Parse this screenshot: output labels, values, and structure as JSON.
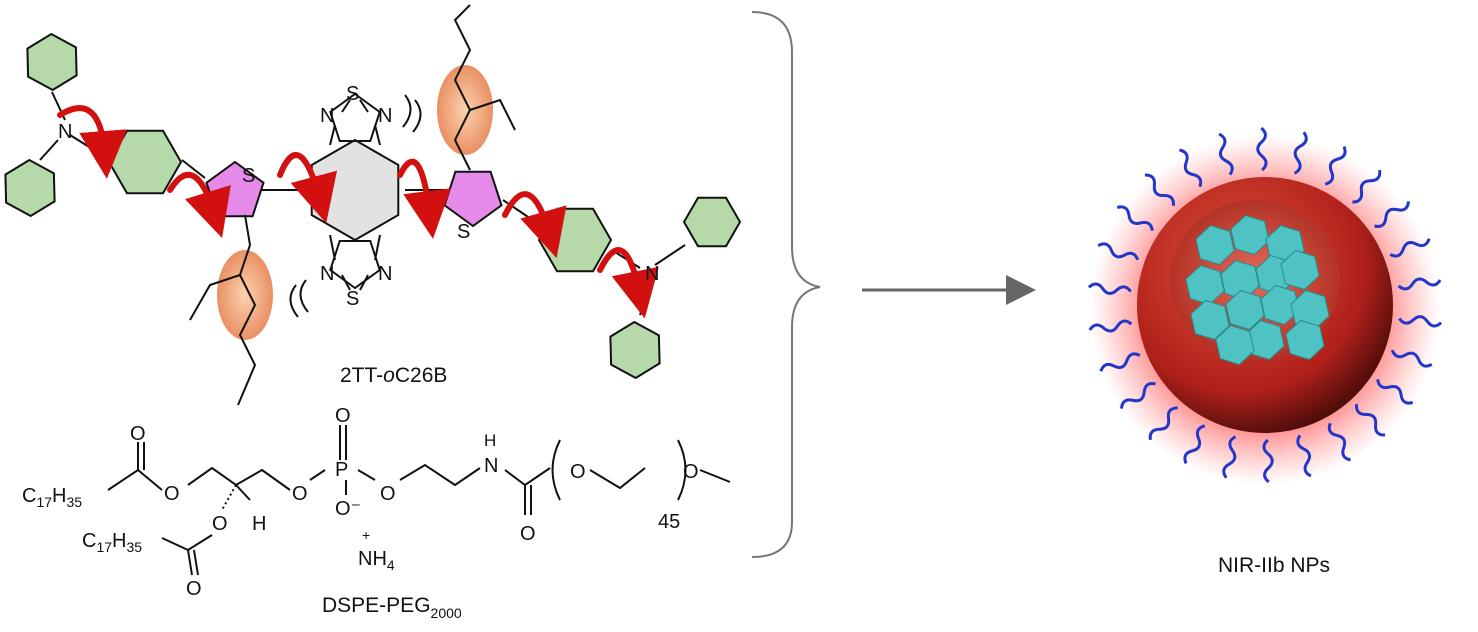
{
  "molecule": {
    "name_prefix": "2TT-",
    "name_italic": "o",
    "name_suffix": "C26B",
    "atoms": {
      "N": "N",
      "S": "S"
    }
  },
  "lipid": {
    "name_main": "DSPE-PEG",
    "name_sub": "2000",
    "chain_c": "C",
    "chain_c_sub": "17",
    "chain_h": "H",
    "chain_h_sub": "35",
    "oxygen": "O",
    "phosphorus": "P",
    "hydrogen": "H",
    "nitrogen": "N",
    "oxide_minus": "O⁻",
    "ammonium": "NH",
    "ammonium_sub": "4",
    "plus": "+",
    "repeat_count": "45"
  },
  "nanoparticle": {
    "label": "NIR-IIb NPs"
  },
  "colors": {
    "phenyl": "#3f8a4a",
    "thiophene": "#e58ae8",
    "rotation_arrow": "#d21010",
    "steric_ellipse": "#f0a070",
    "shell": "#c8281c",
    "core_crystal": "#4fc3c3",
    "peg_chain": "#2236c8",
    "arrow": "#666666"
  }
}
